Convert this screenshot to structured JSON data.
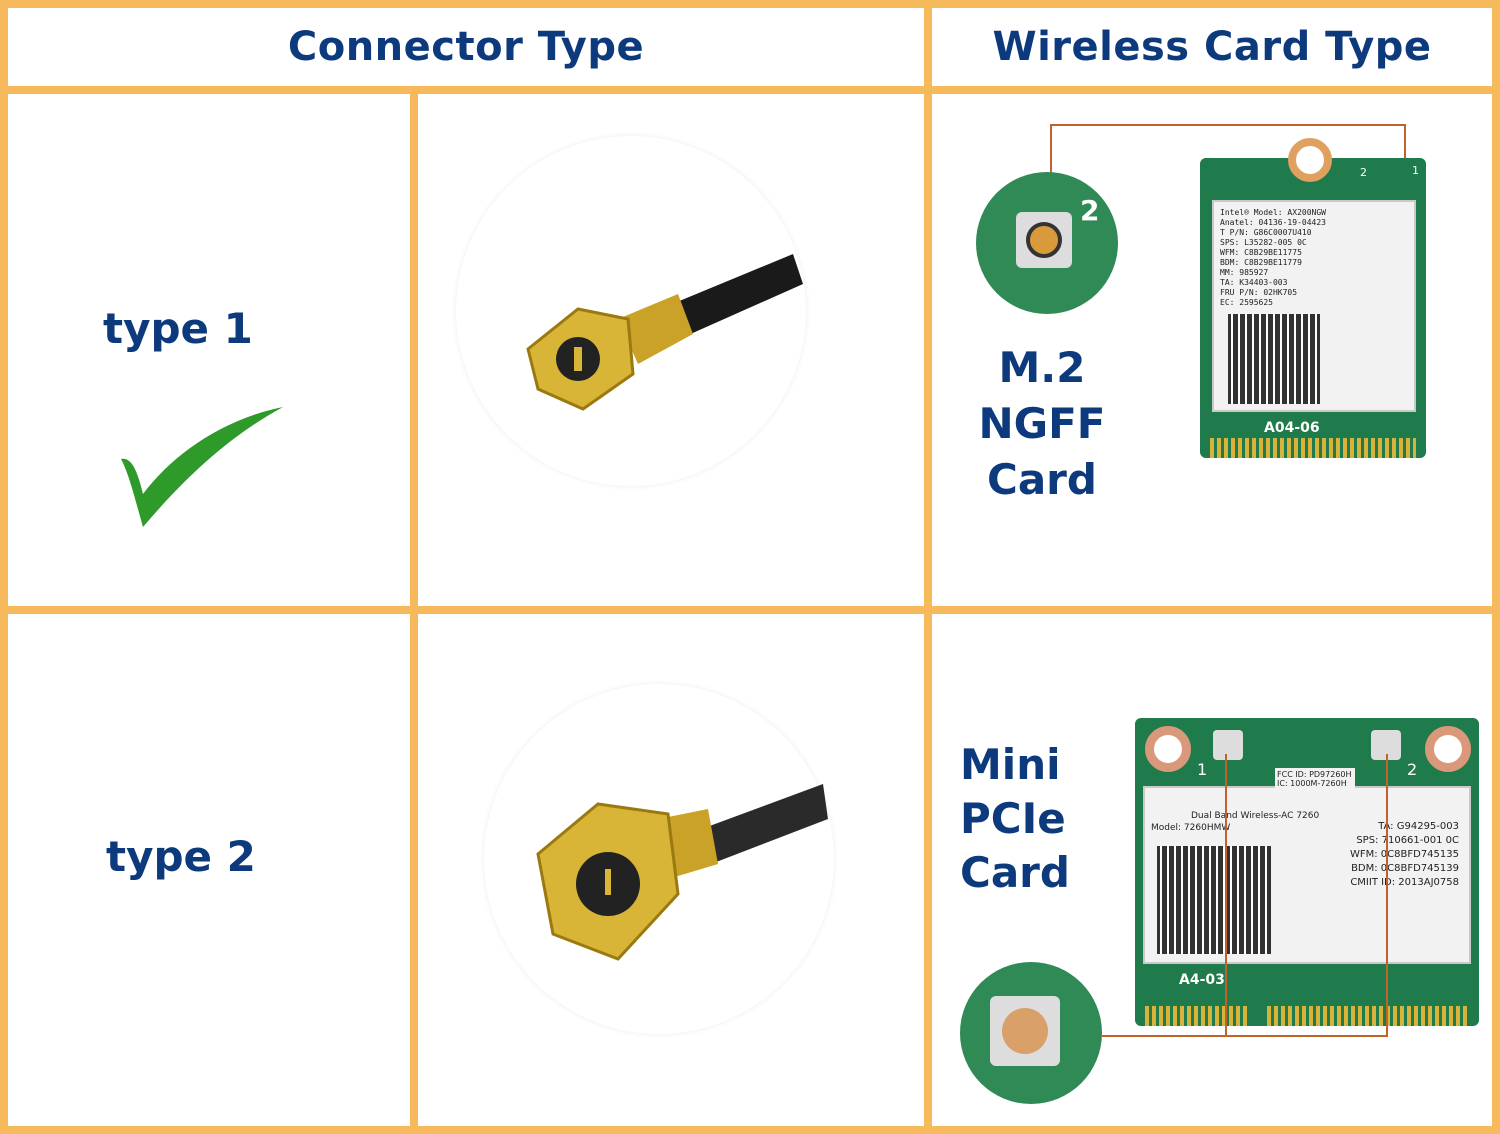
{
  "header": {
    "connector_type": "Connector Type",
    "wireless_card_type": "Wireless Card Type"
  },
  "rows": [
    {
      "type_label": "type 1",
      "selected": true,
      "card_label_lines": [
        "M.2",
        "NGFF",
        "Card"
      ],
      "card_sticker": [
        "Intel® Model: AX200NGW",
        "Anatel: 04136-19-04423",
        "T P/N: G86C0007U410",
        "SPS: L35282-005  0C",
        "WFM: C8B29BE11775",
        "BDM: C8B29BE11779",
        "MM: 985927",
        "TA: K34403-003",
        "FRU P/N: 02HK705",
        "EC: 2595625"
      ],
      "card_edge_text": "A04-06",
      "connector_numbers": [
        "2",
        "1"
      ],
      "zoom_number": "2"
    },
    {
      "type_label": "type 2",
      "selected": false,
      "card_label_lines": [
        "Mini",
        "PCIe",
        "Card"
      ],
      "card_sticker": [
        "FCC ID: PD97260H",
        "IC: 1000M-7260H",
        "Dual Band Wireless-AC 7260",
        "Model: 7260HMW",
        "TA: G94295-003",
        "SPS: 710661-001 0C",
        "WFM: 0C8BFD745135",
        "BDM: 0C8BFD745139",
        "CMIIT ID: 2013AJ0758"
      ],
      "card_edge_text": "A4-03",
      "connector_numbers": [
        "1",
        "2"
      ]
    }
  ],
  "colors": {
    "border": "#f6b95c",
    "text": "#0d3a7c",
    "check": "#2e9a2a"
  },
  "icons": {
    "check": "checkmark-icon"
  }
}
